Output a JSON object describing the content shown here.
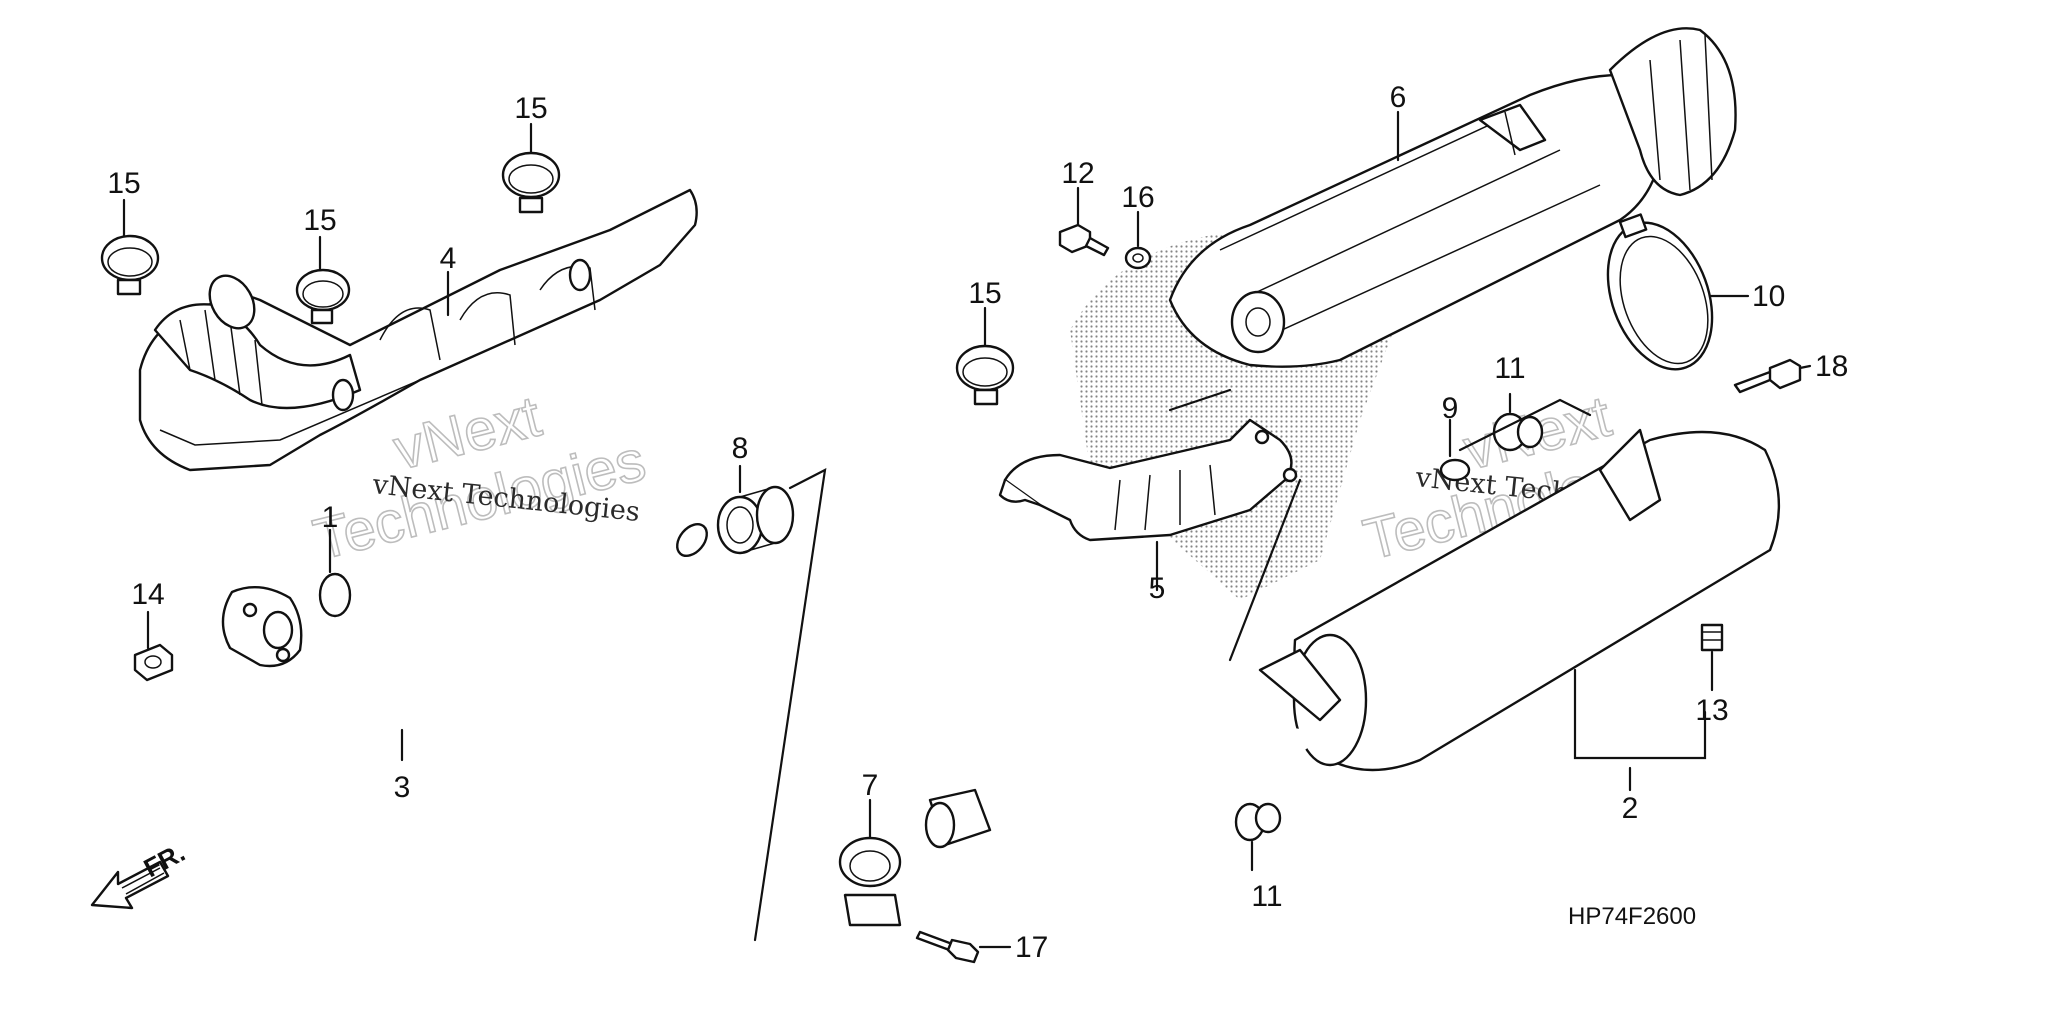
{
  "diagram": {
    "callouts": {
      "c1": "1",
      "c2": "2",
      "c3": "3",
      "c4": "4",
      "c5": "5",
      "c6": "6",
      "c7": "7",
      "c8": "8",
      "c9": "9",
      "c10": "10",
      "c11a": "11",
      "c11b": "11",
      "c12": "12",
      "c13": "13",
      "c14": "14",
      "c15a": "15",
      "c15b": "15",
      "c15c": "15",
      "c15d": "15",
      "c16": "16",
      "c17": "17",
      "c18": "18"
    },
    "front_arrow_label": "FR.",
    "diagram_code": "HP74F2600",
    "watermark": {
      "brand_line1": "vNext",
      "brand_line2": "Technologies",
      "brand_full": "vNext Technologies"
    },
    "colors": {
      "ink": "#111111",
      "background": "#ffffff",
      "watermark": "#bdbdbd"
    }
  }
}
